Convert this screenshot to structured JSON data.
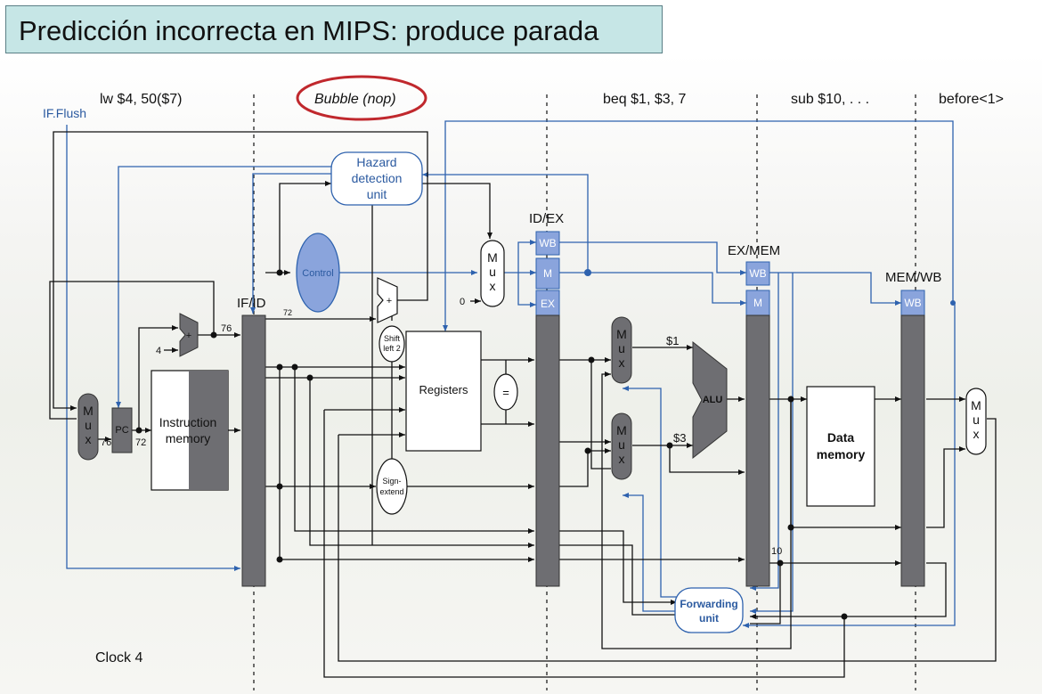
{
  "slide": {
    "title": "Predicción incorrecta en MIPS: produce parada"
  },
  "stages": {
    "if": "lw $4, 50($7)",
    "id": "Bubble (nop)",
    "ex": "beq $1, $3, 7",
    "mem": "sub $10, . . .",
    "wb": "before<1>"
  },
  "signals": {
    "if_flush": "IF.Flush",
    "clock": "Clock 4"
  },
  "pipeline_registers": {
    "if_id": "IF/ID",
    "id_ex": "ID/EX",
    "ex_mem": "EX/MEM",
    "mem_wb": "MEM/WB"
  },
  "control_fields": {
    "wb": "WB",
    "m": "M",
    "ex": "EX"
  },
  "units": {
    "hazard_line1": "Hazard",
    "hazard_line2": "detection",
    "hazard_line3": "unit",
    "control": "Control",
    "instruction_memory_line1": "Instruction",
    "instruction_memory_line2": "memory",
    "registers": "Registers",
    "data_memory_line1": "Data",
    "data_memory_line2": "memory",
    "alu": "ALU",
    "forwarding_line1": "Forwarding",
    "forwarding_line2": "unit",
    "pc": "PC",
    "shift_left_line1": "Shift",
    "shift_left_line2": "left 2",
    "sign_extend_line1": "Sign-",
    "sign_extend_line2": "extend",
    "equals": "=",
    "adder": "+",
    "mux_m": "M",
    "mux_u": "u",
    "mux_x": "x"
  },
  "values": {
    "pc_in": "76",
    "pc_out": "72",
    "adder_out": "76",
    "adder_const": "4",
    "if_id_pc": "72",
    "mux_zero": "0",
    "reg_a": "$1",
    "reg_b": "$3",
    "dest_reg": "10"
  },
  "colors": {
    "title_background": "#c6e6e6",
    "control_signal_blue": "#2e62ae",
    "control_oval": "#8aa4dc",
    "pipeline_register_gray": "#6e6e72",
    "highlight_red": "#c0282d"
  }
}
